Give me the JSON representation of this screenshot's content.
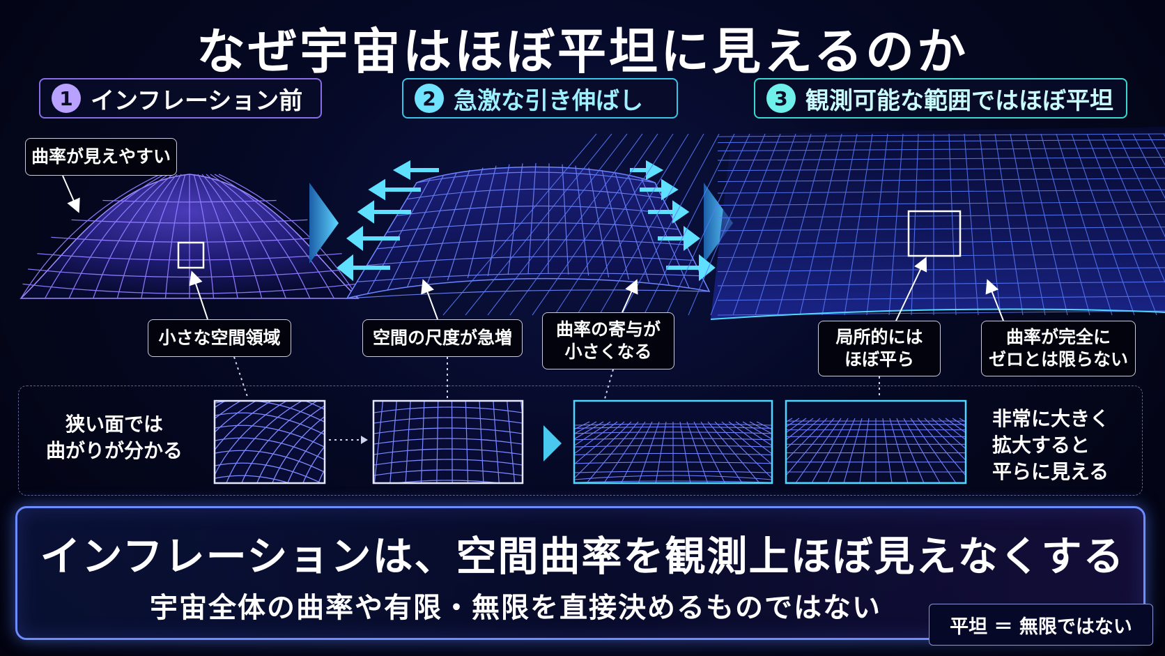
{
  "title": "なぜ宇宙はほぼ平坦に見えるのか",
  "steps": [
    {
      "num": "1",
      "label": "インフレーション前"
    },
    {
      "num": "2",
      "label": "急激な引き伸ばし"
    },
    {
      "num": "3",
      "label": "観測可能な範囲ではほぼ平坦"
    }
  ],
  "callouts": {
    "curvature_visible": "曲率が見えやすい",
    "small_region": "小さな空間領域",
    "scale_increase": "空間の尺度が急増",
    "curvature_small_1": "曲率の寄与が",
    "curvature_small_2": "小さくなる",
    "locally_flat_1": "局所的には",
    "locally_flat_2": "ほぼ平ら",
    "not_zero_1": "曲率が完全に",
    "not_zero_2": "ゼロとは限らない"
  },
  "bottom": {
    "left_1": "狭い面では",
    "left_2": "曲がりが分かる",
    "right_1": "非常に大きく",
    "right_2": "拡大すると",
    "right_3": "平らに見える"
  },
  "summary": {
    "main": "インフレーションは、空間曲率を観測上ほぼ見えなくする",
    "sub": "宇宙全体の曲率や有限・無限を直接決めるものではない",
    "note": "平坦 ＝ 無限ではない"
  },
  "colors": {
    "grid_purple": "#8f7bff",
    "grid_blue": "#5a7cff",
    "accent_cyan": "#4fd8ff",
    "background": "#03051a"
  }
}
